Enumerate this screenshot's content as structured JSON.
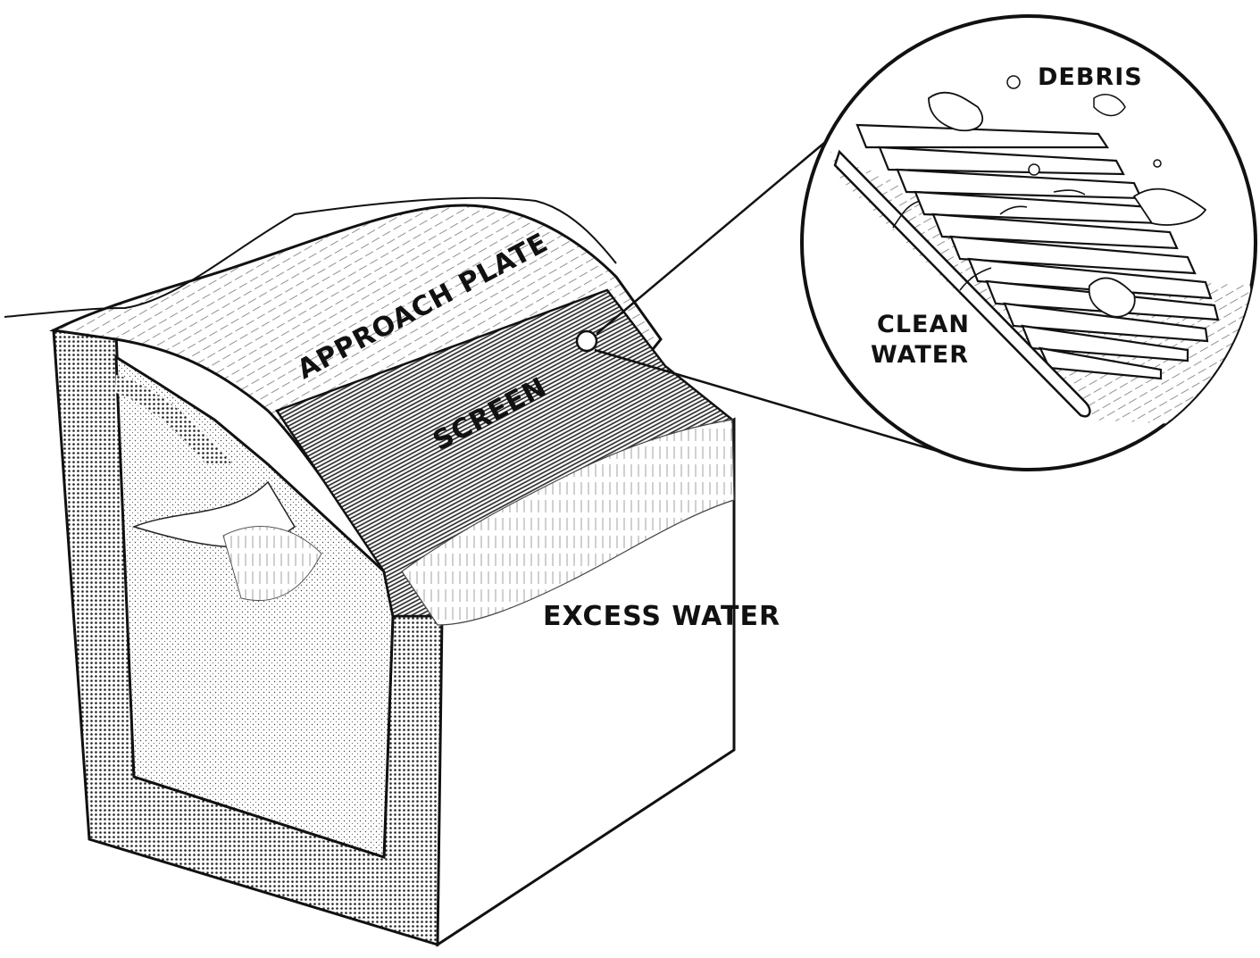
{
  "labels": {
    "approach_plate": "APPROACH PLATE",
    "screen": "SCREEN",
    "excess_water": "EXCESS WATER",
    "debris": "DEBRIS",
    "clean_water_line1": "CLEAN",
    "clean_water_line2": "WATER"
  },
  "colors": {
    "ink": "#111111",
    "paper": "#ffffff",
    "screen_bars": "#333333"
  }
}
